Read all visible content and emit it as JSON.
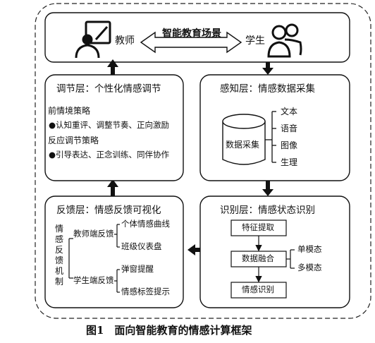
{
  "scene": {
    "title": "智能教育场景",
    "teacher": "教师",
    "student": "学生"
  },
  "regulation": {
    "title": "调节层：个性化情感调节",
    "strategy1": "前情境策略",
    "items1": "●认知重评、调整节奏、正向激励",
    "strategy2": "反应调节策略",
    "items2": "●引导表达、正念训练、同伴协作"
  },
  "perception": {
    "title": "感知层：情感数据采集",
    "center": "数据采集",
    "modes": [
      "文本",
      "语音",
      "图像",
      "生理"
    ]
  },
  "feedback": {
    "title": "反馈层：情感反馈可视化",
    "mechanism": [
      "情",
      "感",
      "反",
      "馈",
      "机",
      "制"
    ],
    "teacher_feedback": "教师端反馈",
    "teacher_items": [
      "个体情感曲线",
      "班级仪表盘"
    ],
    "student_feedback": "学生端反馈",
    "student_items": [
      "弹窗提醒",
      "情感标签提示"
    ]
  },
  "recognition": {
    "title": "识别层：情感状态识别",
    "steps": [
      "特征提取",
      "数据融合",
      "情感识别"
    ],
    "modes": [
      "单模态",
      "多模态"
    ]
  },
  "caption": "图1　面向智能教育的情感计算框架"
}
